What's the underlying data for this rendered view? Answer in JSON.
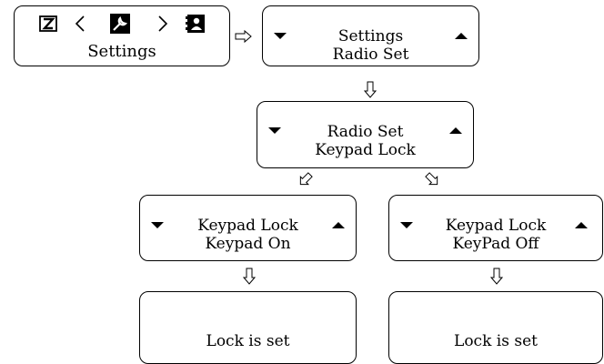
{
  "screens": {
    "home": {
      "label": "Settings"
    },
    "settings_menu": {
      "line1": "Settings",
      "line2": "Radio Set"
    },
    "radio_set_menu": {
      "line1": "Radio Set",
      "line2": "Keypad Lock"
    },
    "keypad_on": {
      "line1": "Keypad Lock",
      "line2": "Keypad On"
    },
    "keypad_off": {
      "line1": "Keypad Lock",
      "line2": "KeyPad Off"
    },
    "lock_set_left": {
      "text": "Lock is set"
    },
    "lock_set_right": {
      "text": "Lock is set"
    }
  },
  "icons": {
    "home_left": "z-icon",
    "home_prev": "chevron-left-icon",
    "home_center": "wrench-icon",
    "home_next": "chevron-right-icon",
    "home_right": "contacts-icon",
    "scroll_down": "triangle-down-icon",
    "scroll_up": "triangle-up-icon",
    "flow_arrow": "hollow-arrow-icon"
  },
  "colors": {
    "ink": "#000000",
    "background": "#ffffff"
  }
}
